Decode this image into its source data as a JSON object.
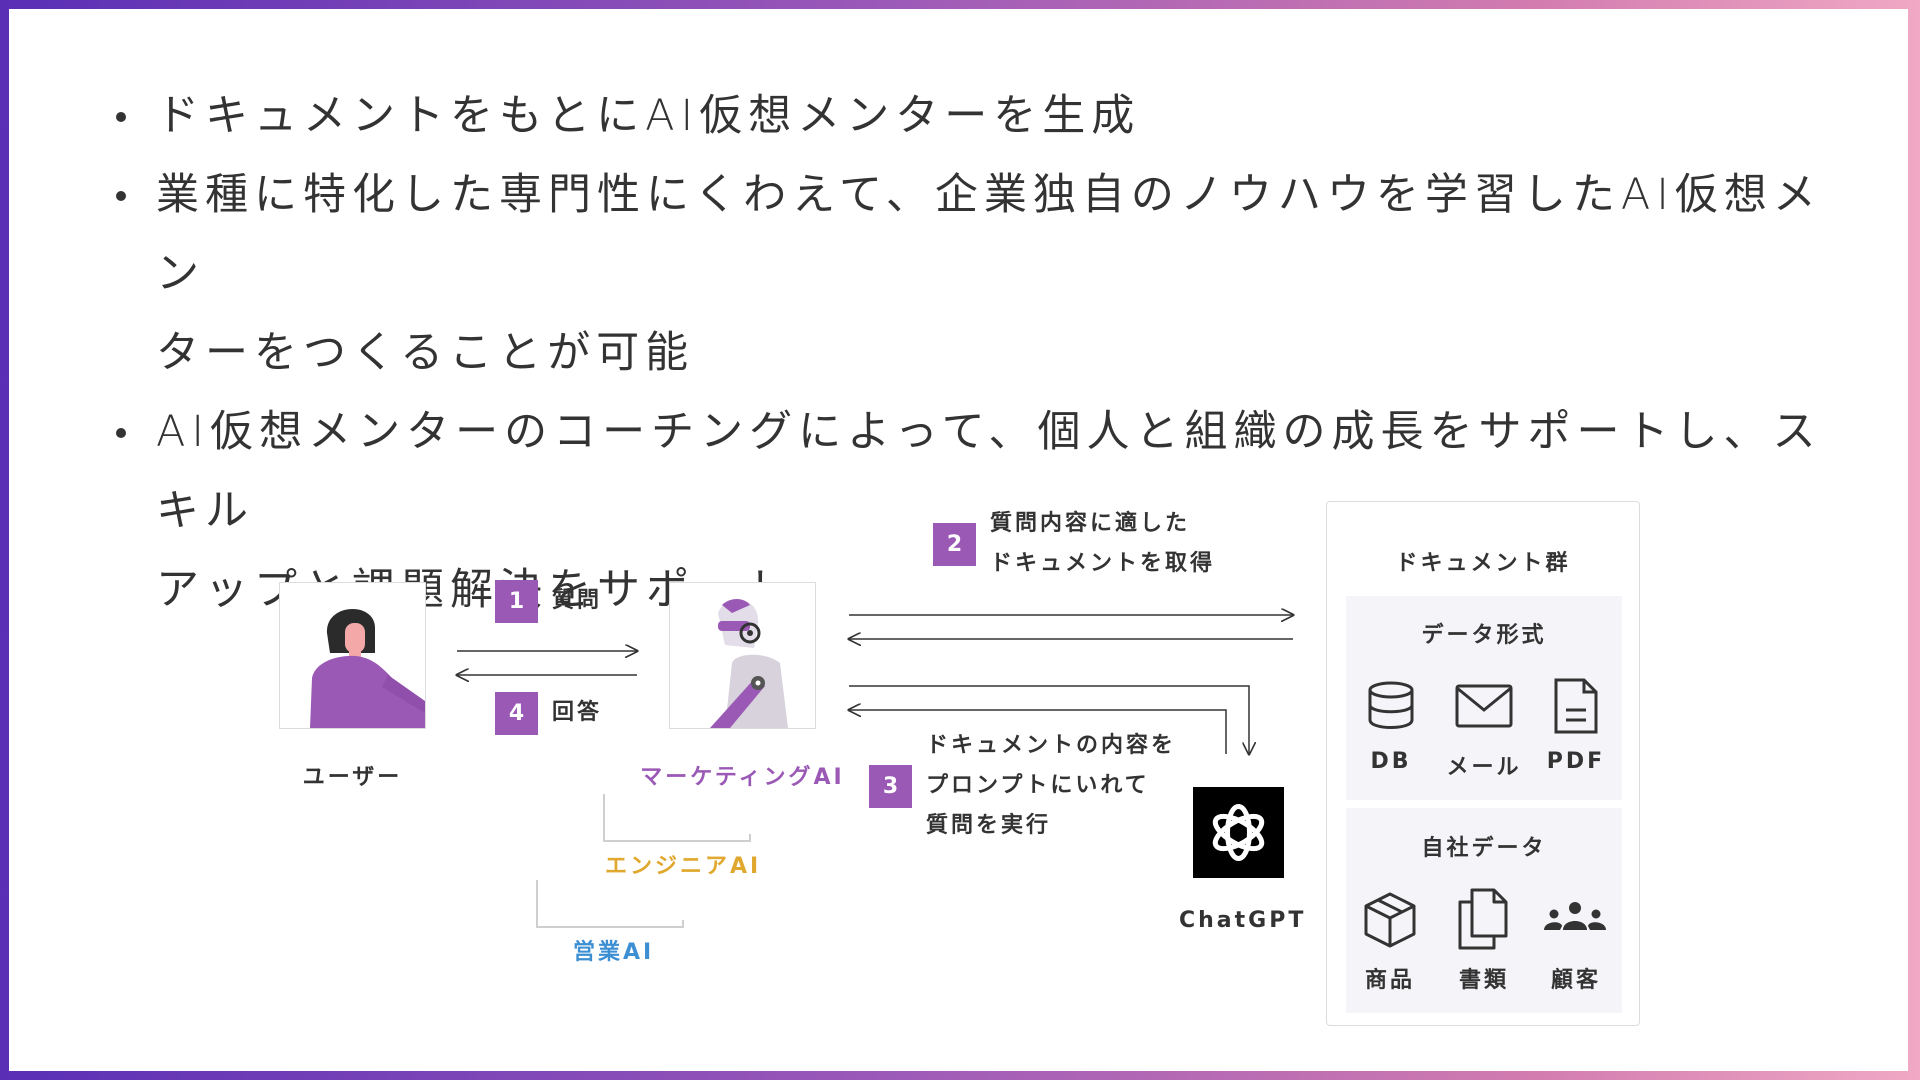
{
  "bullets": [
    {
      "lines": [
        "ドキュメントをもとにAI仮想メンターを生成"
      ]
    },
    {
      "lines": [
        "業種に特化した専門性にくわえて、企業独自のノウハウを学習したAI仮想メン",
        "ターをつくることが可能"
      ]
    },
    {
      "lines": [
        "AI仮想メンターのコーチングによって、個人と組織の成長をサポートし、スキル",
        "アップと課題解決をサポート"
      ]
    }
  ],
  "diagram": {
    "user_label": "ユーザー",
    "marketing_ai_label": "マーケティングAI",
    "engineer_ai_label": "エンジニアAI",
    "sales_ai_label": "営業AI",
    "chatgpt_label": "ChatGPT",
    "steps": [
      {
        "number": "1",
        "lines": [
          "質問"
        ]
      },
      {
        "number": "2",
        "lines": [
          "質問内容に適した",
          "ドキュメントを取得"
        ]
      },
      {
        "number": "3",
        "lines": [
          "ドキュメントの内容を",
          "プロンプトにいれて",
          "質問を実行"
        ]
      },
      {
        "number": "4",
        "lines": [
          "回答"
        ]
      }
    ],
    "documents": {
      "title": "ドキュメント群",
      "data_format": {
        "title": "データ形式",
        "items": [
          {
            "label": "DB",
            "icon": "database-icon"
          },
          {
            "label": "メール",
            "icon": "mail-icon"
          },
          {
            "label": "PDF",
            "icon": "file-icon"
          }
        ]
      },
      "company_data": {
        "title": "自社データ",
        "items": [
          {
            "label": "商品",
            "icon": "package-icon"
          },
          {
            "label": "書類",
            "icon": "documents-icon"
          },
          {
            "label": "顧客",
            "icon": "customers-icon"
          }
        ]
      }
    }
  },
  "colors": {
    "accent_purple": "#9b59b6",
    "engineer_gold": "#e0a82e",
    "sales_blue": "#3d8fd4",
    "text": "#333333"
  }
}
